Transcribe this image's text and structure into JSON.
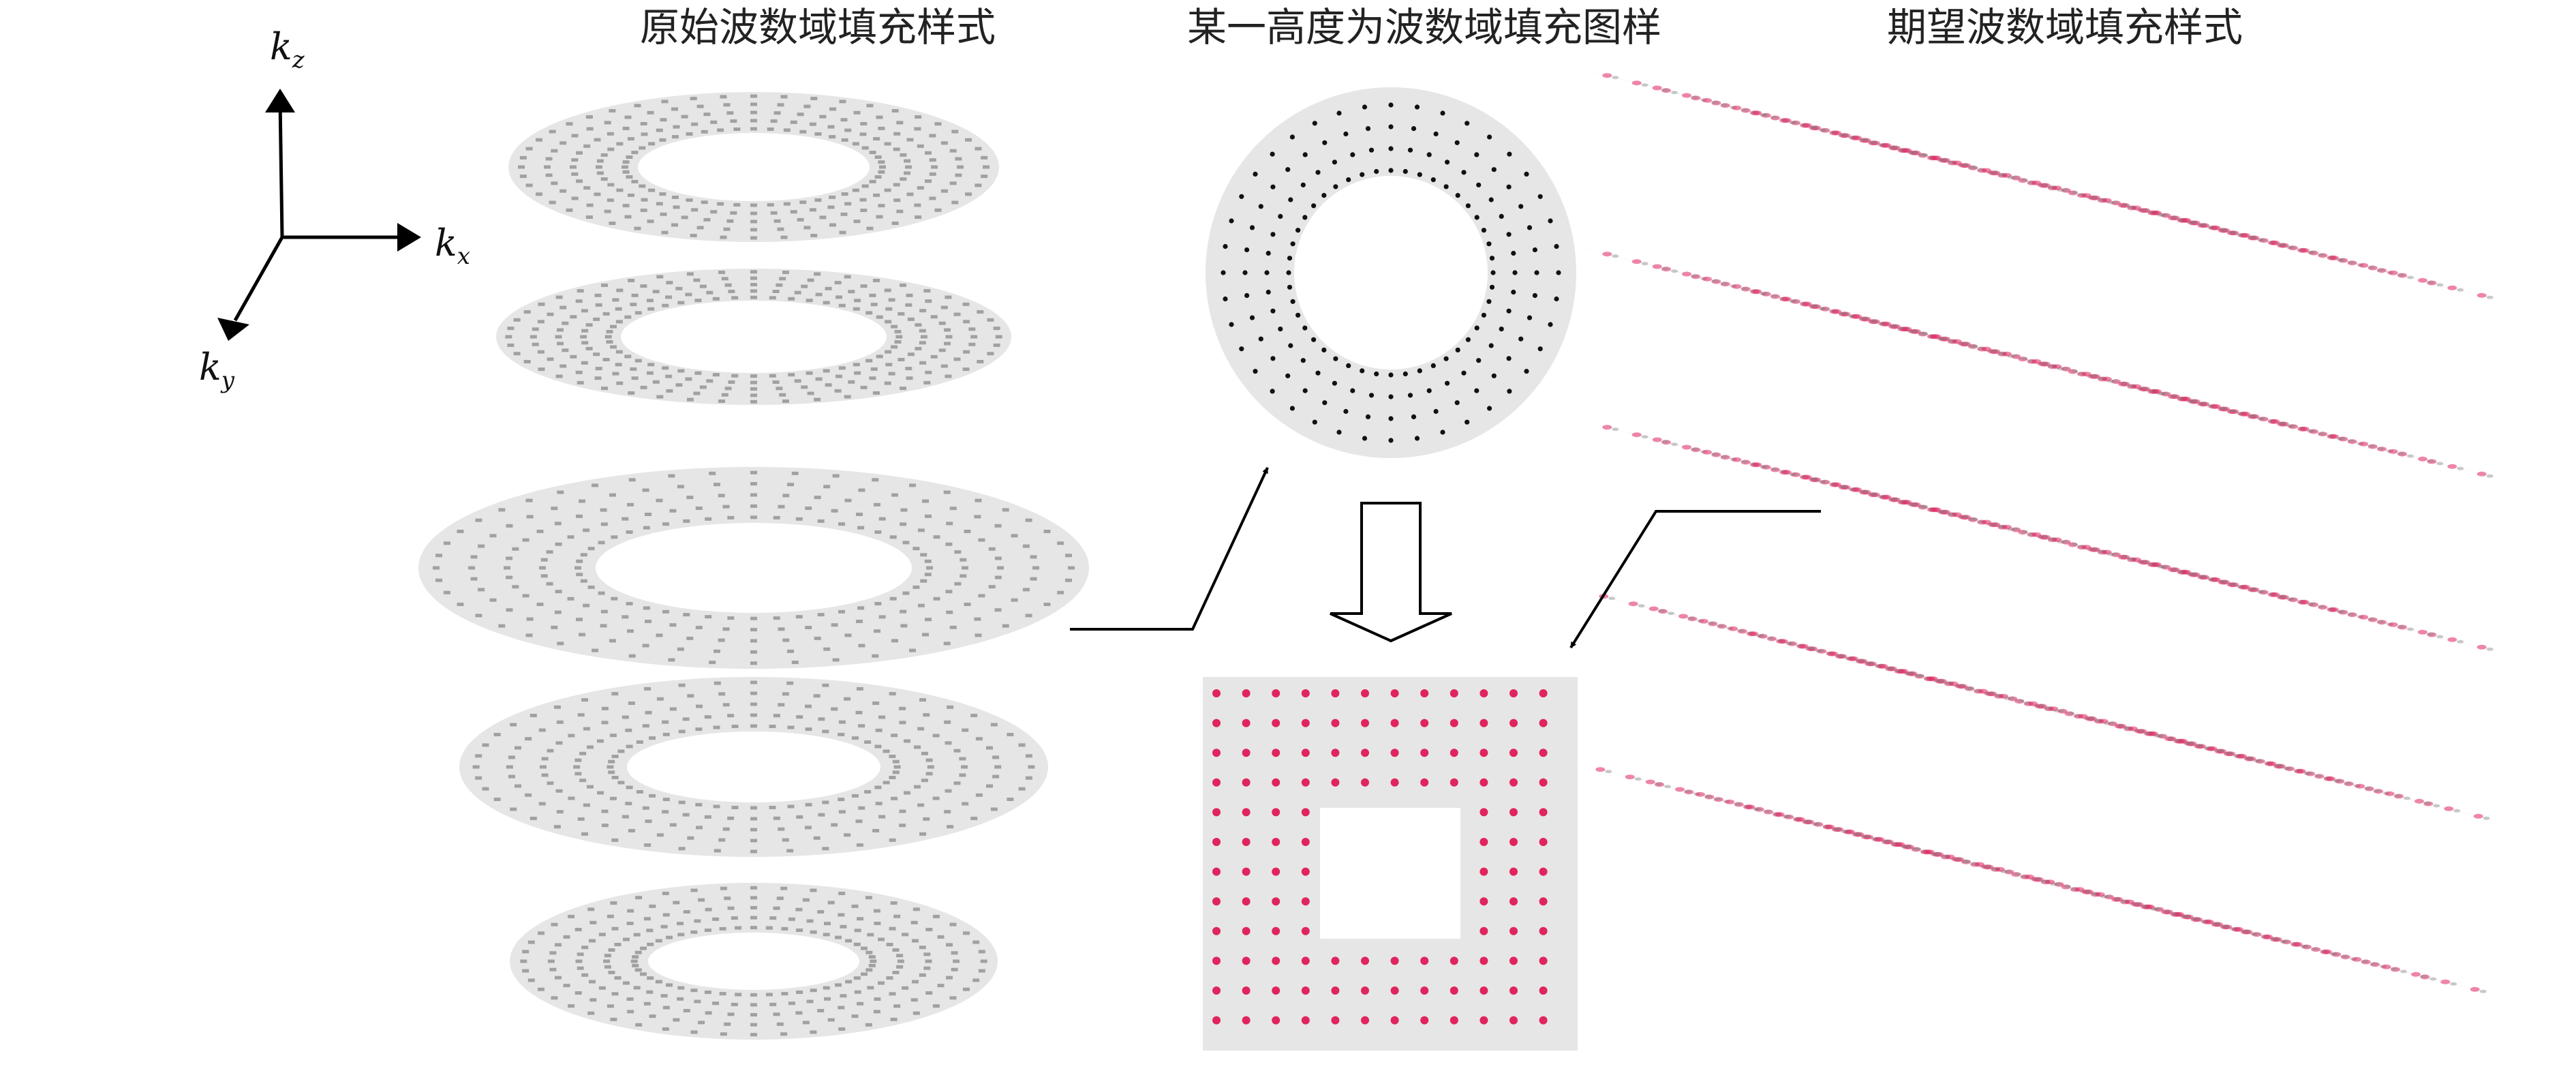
{
  "titles": {
    "left": "原始波数域填充样式",
    "middle": "某一高度为波数域填充图样",
    "right": "期望波数域填充样式"
  },
  "axes": {
    "kz": {
      "main": "k",
      "sub": "z"
    },
    "kx": {
      "main": "k",
      "sub": "x"
    },
    "ky": {
      "main": "k",
      "sub": "y"
    }
  },
  "colors": {
    "background": "#ffffff",
    "fill": "#e6e6e6",
    "original_points": "#8a8a8a",
    "slice_points": "#111111",
    "desired_points": "#e0245e",
    "arrow": "#000000"
  },
  "diagram": {
    "original_layers": 5,
    "desired_layers": 5,
    "slice_grid": "12x12",
    "arrows": [
      "original-to-slice",
      "slice-to-desired",
      "desired-to-grid"
    ]
  }
}
